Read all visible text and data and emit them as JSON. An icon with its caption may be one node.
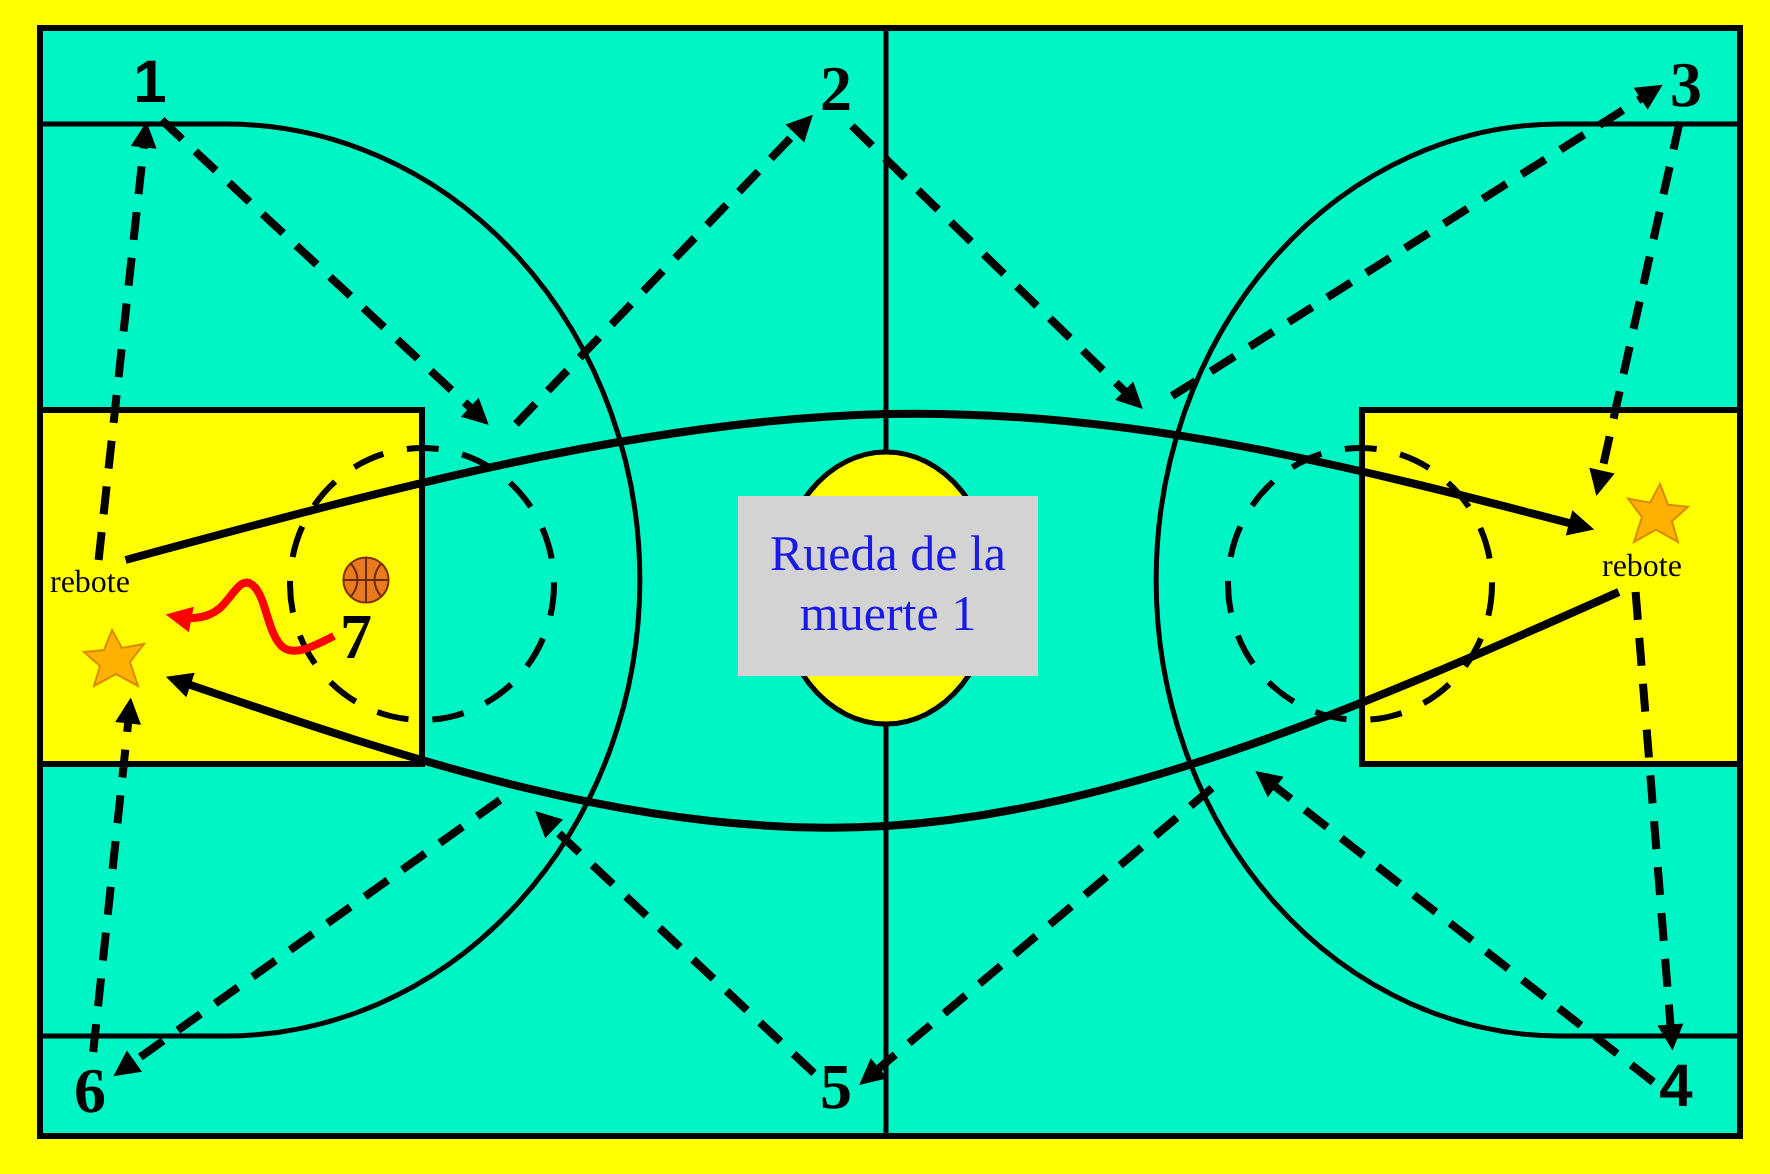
{
  "diagram": {
    "nodes": [
      {
        "text": [
          "1"
        ]
      },
      {
        "text": [
          "2"
        ]
      },
      {
        "text": [
          "3"
        ]
      },
      {
        "text": [],
        "shape": "star",
        "beside": [
          "rebote"
        ]
      },
      {
        "text": [
          "Rueda de la muerte 1"
        ]
      },
      {
        "text": [],
        "shape": "star",
        "beside": [
          "rebote"
        ]
      },
      {
        "text": [
          "7"
        ]
      },
      {
        "text": [
          "6"
        ]
      },
      {
        "text": [
          "5"
        ]
      },
      {
        "text": [
          "4"
        ]
      }
    ],
    "edges": [
      {
        "from": 3,
        "to": 0,
        "arrow": "to",
        "style": "dashed"
      },
      {
        "from": 0,
        "to": null,
        "arrow": "to",
        "style": "dashed"
      },
      {
        "from": null,
        "to": 1,
        "arrow": "to",
        "style": "dashed"
      },
      {
        "from": 1,
        "to": null,
        "arrow": "to",
        "style": "dashed"
      },
      {
        "from": null,
        "to": 2,
        "arrow": "to",
        "style": "dashed"
      },
      {
        "from": 2,
        "to": 5,
        "arrow": "to",
        "style": "dashed"
      },
      {
        "from": 3,
        "to": 5,
        "arrow": "to"
      },
      {
        "from": 5,
        "to": 9,
        "arrow": "to",
        "style": "dashed"
      },
      {
        "from": 9,
        "to": null,
        "arrow": "to",
        "style": "dashed"
      },
      {
        "from": null,
        "to": 8,
        "arrow": "to",
        "style": "dashed"
      },
      {
        "from": 8,
        "to": null,
        "arrow": "to",
        "style": "dashed"
      },
      {
        "from": null,
        "to": 7,
        "arrow": "to",
        "style": "dashed"
      },
      {
        "from": 7,
        "to": 3,
        "arrow": "to",
        "style": "dashed"
      },
      {
        "from": 5,
        "to": 3,
        "arrow": "to"
      },
      {
        "from": 6,
        "to": 3,
        "arrow": "to",
        "color": "#ff0000"
      }
    ]
  }
}
